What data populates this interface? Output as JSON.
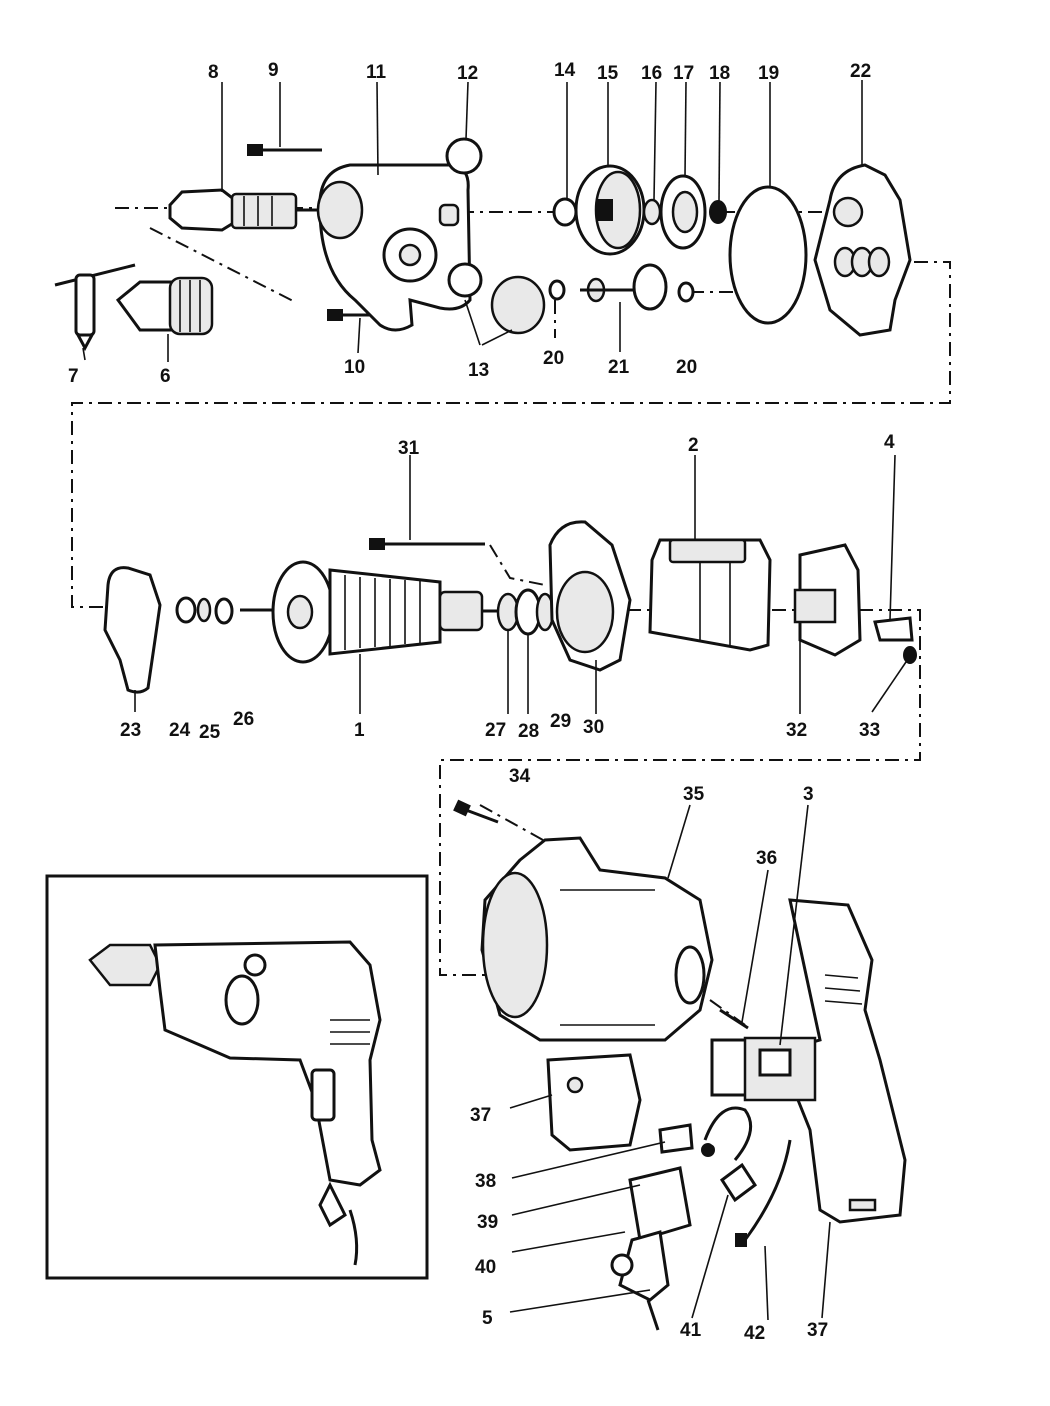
{
  "labels": {
    "l1": "1",
    "l2": "2",
    "l3": "3",
    "l4": "4",
    "l5": "5",
    "l6": "6",
    "l7": "7",
    "l8": "8",
    "l9": "9",
    "l10": "10",
    "l11": "11",
    "l12": "12",
    "l13": "13",
    "l14": "14",
    "l15": "15",
    "l16": "16",
    "l17": "17",
    "l18": "18",
    "l19": "19",
    "l20a": "20",
    "l20b": "20",
    "l21": "21",
    "l22": "22",
    "l23": "23",
    "l24": "24",
    "l25": "25",
    "l26": "26",
    "l27": "27",
    "l28": "28",
    "l29": "29",
    "l30": "30",
    "l31": "31",
    "l32": "32",
    "l33": "33",
    "l34": "34",
    "l35": "35",
    "l36": "36",
    "l37a": "37",
    "l37b": "37",
    "l38": "38",
    "l39": "39",
    "l40": "40",
    "l41": "41",
    "l42": "42"
  },
  "colors": {
    "ink": "#111111",
    "paper": "#ffffff"
  }
}
